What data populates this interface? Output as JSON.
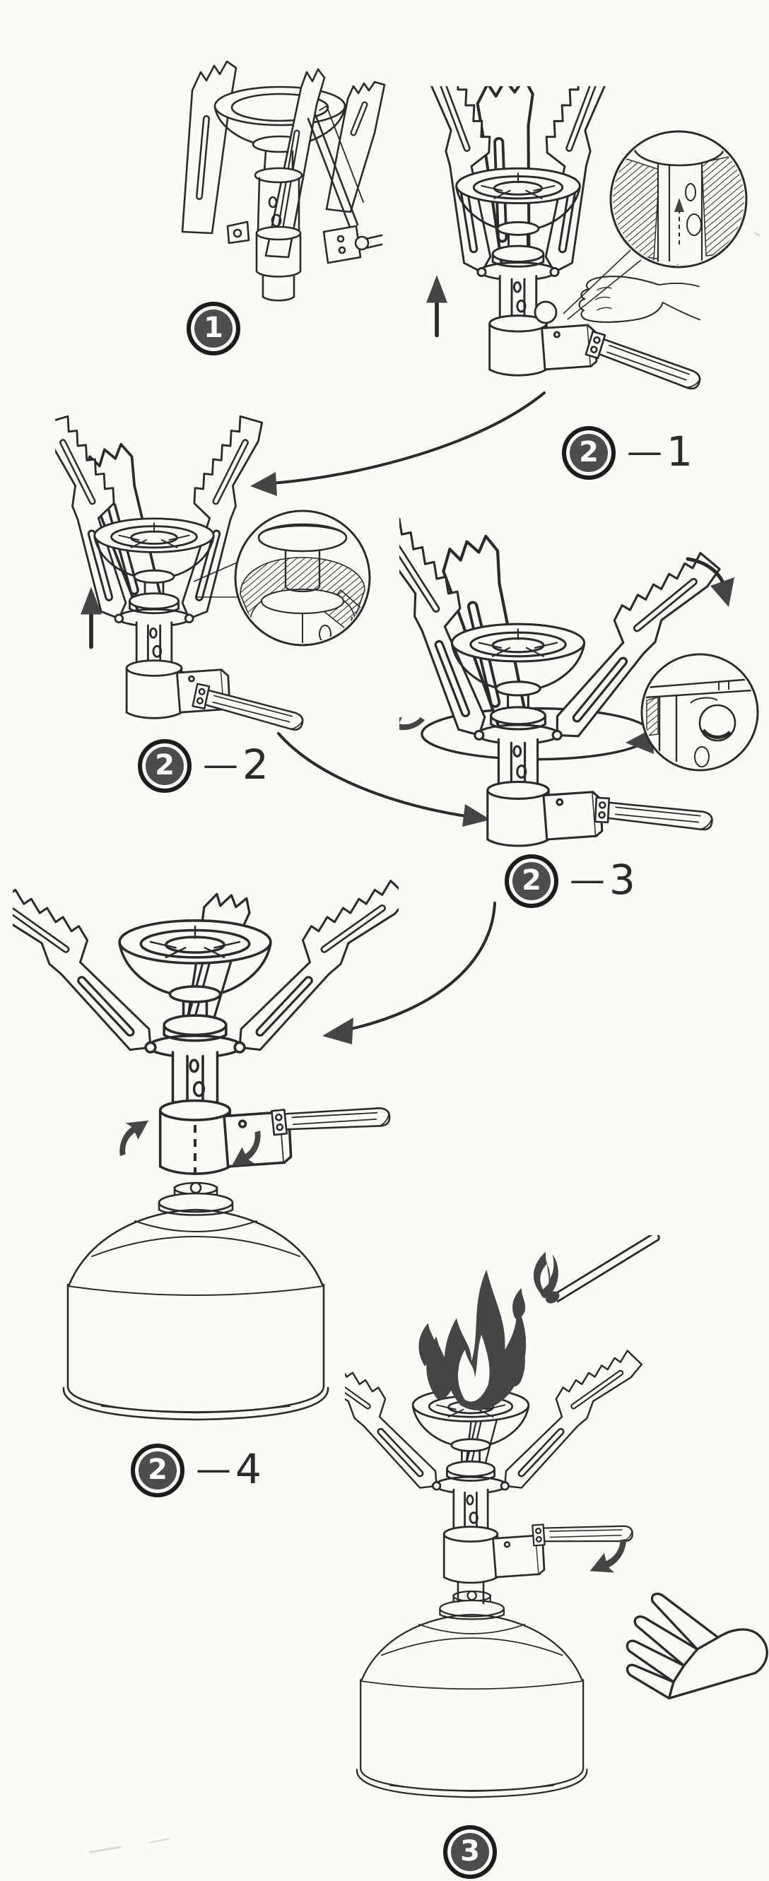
{
  "theme": {
    "paper": "#fbfaf7",
    "ink": "#2b2b2b",
    "dark_fill": "#454545",
    "badge_fill": "#4d4d4d"
  },
  "steps": [
    {
      "badge": "1",
      "separator": "",
      "suffix": ""
    },
    {
      "badge": "2",
      "separator": "—",
      "suffix": "1"
    },
    {
      "badge": "2",
      "separator": "—",
      "suffix": "2"
    },
    {
      "badge": "2",
      "separator": "—",
      "suffix": "3"
    },
    {
      "badge": "2",
      "separator": "—",
      "suffix": "4"
    },
    {
      "badge": "3",
      "separator": "",
      "suffix": ""
    }
  ],
  "icons": {
    "step-badge": "filled-circle-number",
    "magnifier-inset": "detail-zoom-circle",
    "up-arrow-icon": "solid-up-arrow",
    "rotation-arrow-icon": "curved-rotation-arrow",
    "flow-arrow-icon": "curved-connector-arrow",
    "flame-icon": "stylized-flame",
    "match-icon": "lit-match-stick",
    "hand-icon": "hand-line-drawing",
    "gas-canister": "dome-top-fuel-canister",
    "stove-illustration": "folding-camp-stove-line-art"
  }
}
